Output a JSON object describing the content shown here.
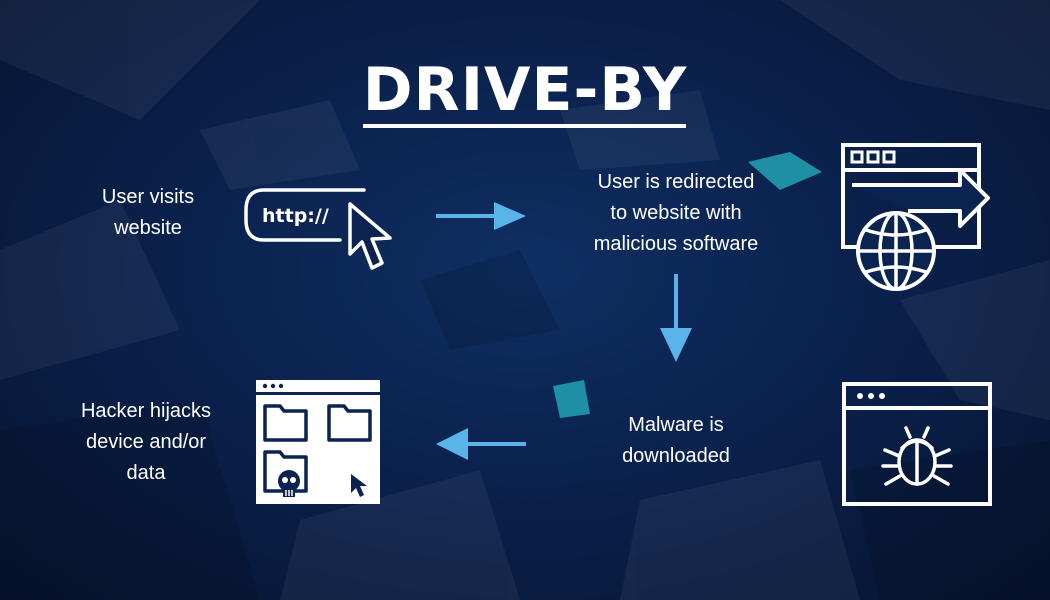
{
  "title": "DRIVE-BY",
  "steps": [
    {
      "label": "User visits\nwebsite",
      "icon": "url-cursor-icon",
      "icon_text": "http://"
    },
    {
      "label": "User is redirected\nto website with\nmalicious software",
      "icon": "browser-globe-redirect-icon"
    },
    {
      "label": "Malware is\ndownloaded",
      "icon": "browser-bug-icon"
    },
    {
      "label": "Hacker hijacks\ndevice and/or\ndata",
      "icon": "hijacked-folders-icon"
    }
  ],
  "colors": {
    "background": "#0b2350",
    "arrow": "#5ab4ea",
    "accent_teal": "#1f8fa6",
    "text": "#ffffff"
  }
}
